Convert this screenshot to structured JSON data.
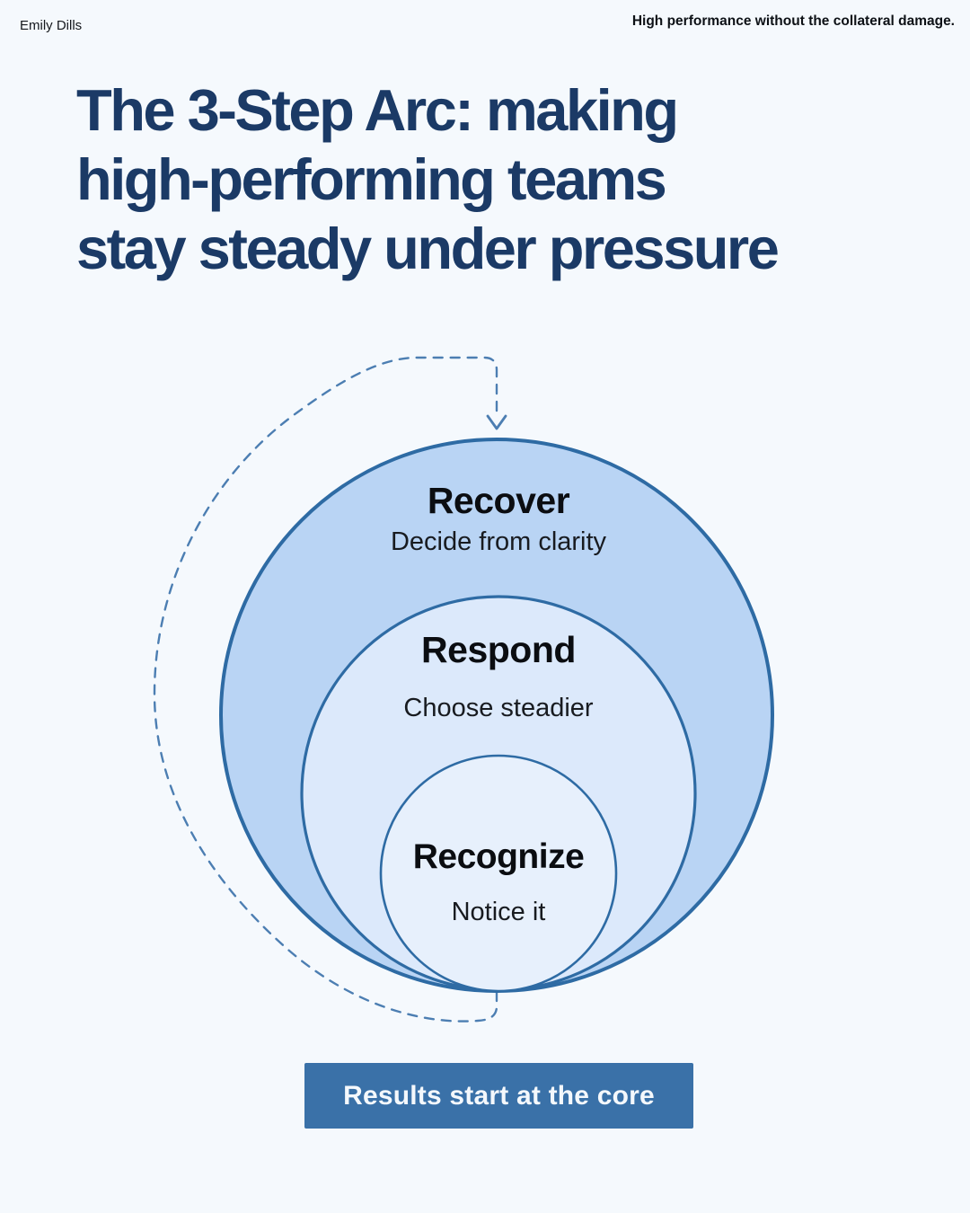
{
  "page": {
    "background_color": "#f5f9fd",
    "author": "Emily Dills",
    "tagline": "High performance without the collateral damage.",
    "title_color": "#1b3a66",
    "title_lines": [
      "The 3-Step Arc: making",
      "high-performing teams",
      "stay steady under pressure"
    ]
  },
  "diagram": {
    "type": "nested-circles",
    "stroke_color": "#2e6ba4",
    "arrow_color": "#4c7eb2",
    "rings": [
      {
        "label": "Recover",
        "sublabel": "Decide from clarity",
        "fill": "#b9d4f4"
      },
      {
        "label": "Respond",
        "sublabel": "Choose steadier",
        "fill": "#dce9fb"
      },
      {
        "label": "Recognize",
        "sublabel": "Notice it",
        "fill": "#e7f0fc"
      }
    ]
  },
  "footer": {
    "banner_label": "Results start at the core",
    "banner_color": "#3a71a8",
    "banner_text_color": "#f4f8fc"
  }
}
